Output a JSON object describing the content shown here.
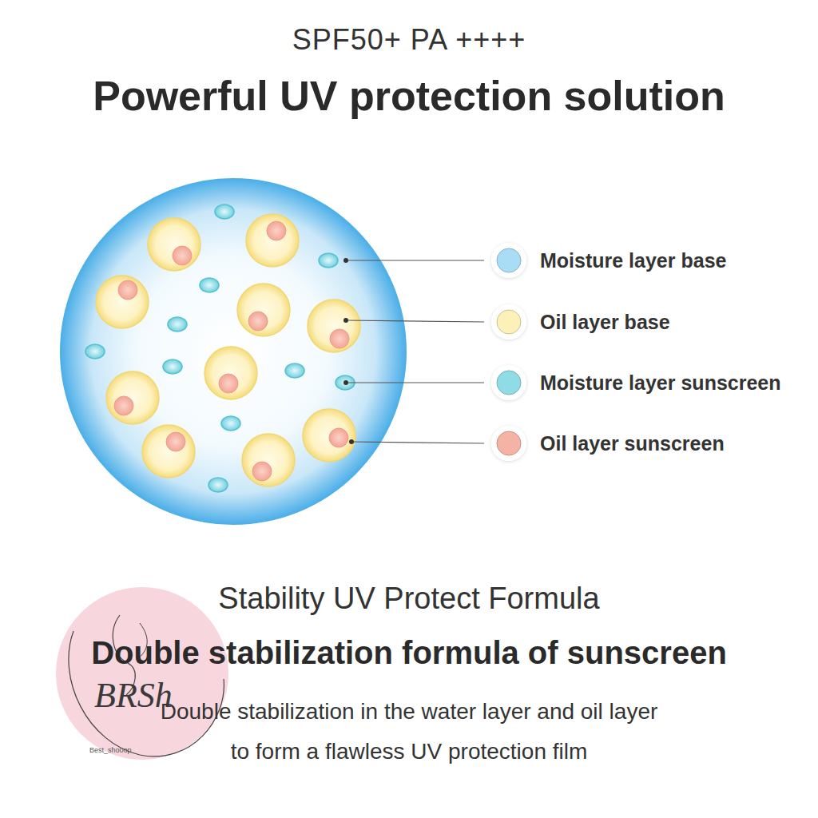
{
  "diagram": {
    "title": "Powerful UV protection solution",
    "caption": "Double stabilization in the water layer and oil layer to form a flawless UV protection film",
    "labels": [
      "SPF50+ PA ++++",
      "Stability UV Protect Formula",
      "Double stabilization formula of sunscreen",
      "BRSh",
      "Best_sho0op"
    ],
    "legend": [
      {
        "text": "Moisture layer base",
        "color": "#a9dcf5"
      },
      {
        "text": "Oil layer base",
        "color": "#fdf0b8"
      },
      {
        "text": "Moisture layer sunscreen",
        "color": "#8fdbe6"
      },
      {
        "text": "Oil layer sunscreen",
        "color": "#f5b3a5"
      }
    ]
  }
}
